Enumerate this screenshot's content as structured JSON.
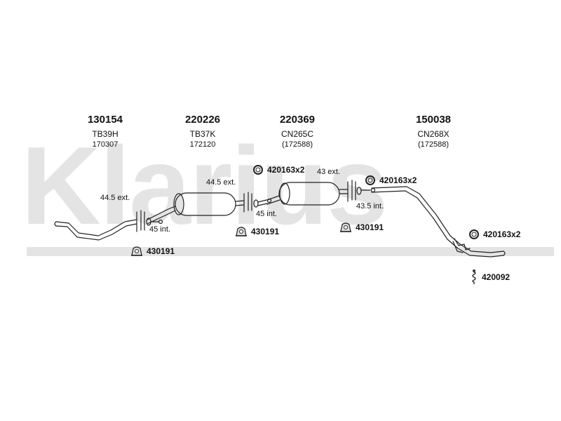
{
  "watermark": {
    "text": "Klarius"
  },
  "columns": [
    {
      "part_number": "130154",
      "code": "TB39H",
      "ref": "170307"
    },
    {
      "part_number": "220226",
      "code": "TB37K",
      "ref": "172120"
    },
    {
      "part_number": "220369",
      "code": "CN265C",
      "ref": "(172588)"
    },
    {
      "part_number": "150038",
      "code": "CN268X",
      "ref": "(172588)"
    }
  ],
  "dimension_labels": {
    "ext_44_5_a": "44.5 ext.",
    "int_45_a": "45 int.",
    "ext_44_5_b": "44.5 ext.",
    "int_45_b": "45 int.",
    "ext_43": "43 ext.",
    "int_43_5": "43.5 int."
  },
  "fittings": {
    "clamp_a": {
      "label": "420163x2",
      "icon": "clamp-ring-icon"
    },
    "clamp_b": {
      "label": "420163x2",
      "icon": "clamp-ring-icon"
    },
    "clamp_c": {
      "label": "420163x2",
      "icon": "clamp-ring-icon"
    },
    "mount_a": {
      "label": "430191",
      "icon": "rubber-mount-icon"
    },
    "mount_b": {
      "label": "430191",
      "icon": "rubber-mount-icon"
    },
    "mount_c": {
      "label": "430191",
      "icon": "rubber-mount-icon"
    },
    "hanger": {
      "label": "420092",
      "icon": "spring-hanger-icon"
    }
  }
}
